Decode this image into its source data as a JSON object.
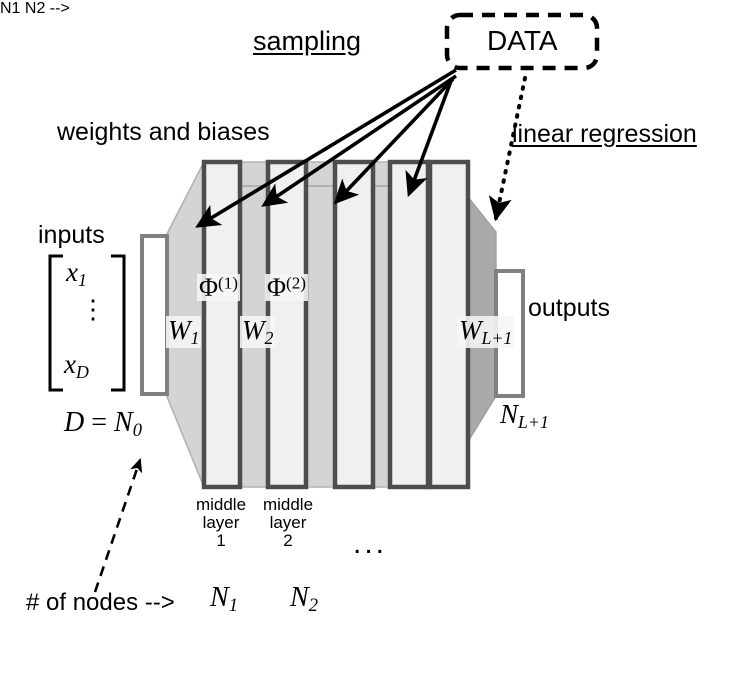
{
  "figure": {
    "kind": "neural-network-architecture-diagram",
    "background": "#ffffff",
    "ink": "#000000"
  },
  "colors": {
    "body_fill": "#d4d4d4",
    "body_stroke": "#b4b4b4",
    "bar_fill": "#f0f0f0",
    "bar_stroke": "#4d4d4d",
    "right_wedge_fill": "#a9a9a9",
    "io_box_fill": "#ffffff",
    "io_box_stroke": "#808080",
    "arrow": "#000000"
  },
  "annotations": {
    "data_box": "DATA",
    "sampling": "sampling",
    "linear_regression": "linear regression",
    "weights_and_biases": "weights and biases",
    "inputs": "inputs",
    "outputs": "outputs",
    "node_count_caption": "# of nodes -->",
    "ellipsis": "..."
  },
  "input_vector": {
    "first": "x",
    "first_sub": "1",
    "vdots": "⋮",
    "last": "x",
    "last_sub": "D",
    "dimension_lhs": "D",
    "equals": "=",
    "dimension_rhs": "N",
    "dimension_rhs_sub": "0"
  },
  "output_side": {
    "weight": "W",
    "weight_sub": "L+1",
    "label": "outputs",
    "node_count": "N",
    "node_count_sub": "L+1"
  },
  "weights": [
    {
      "symbol": "W",
      "sub": "1"
    },
    {
      "symbol": "W",
      "sub": "2"
    }
  ],
  "activations": [
    {
      "symbol": "Φ",
      "sup": "(1)"
    },
    {
      "symbol": "Φ",
      "sup": "(2)"
    }
  ],
  "middle_layers": [
    {
      "line1": "middle",
      "line2": "layer",
      "line3": "1",
      "nodes_symbol": "N",
      "nodes_sub": "1"
    },
    {
      "line1": "middle",
      "line2": "layer",
      "line3": "2",
      "nodes_symbol": "N",
      "nodes_sub": "2"
    }
  ],
  "arrow_groups": {
    "sampling_arrow_count": 4,
    "regression_arrow_count": 1,
    "node_count_arrow_count": 1
  }
}
